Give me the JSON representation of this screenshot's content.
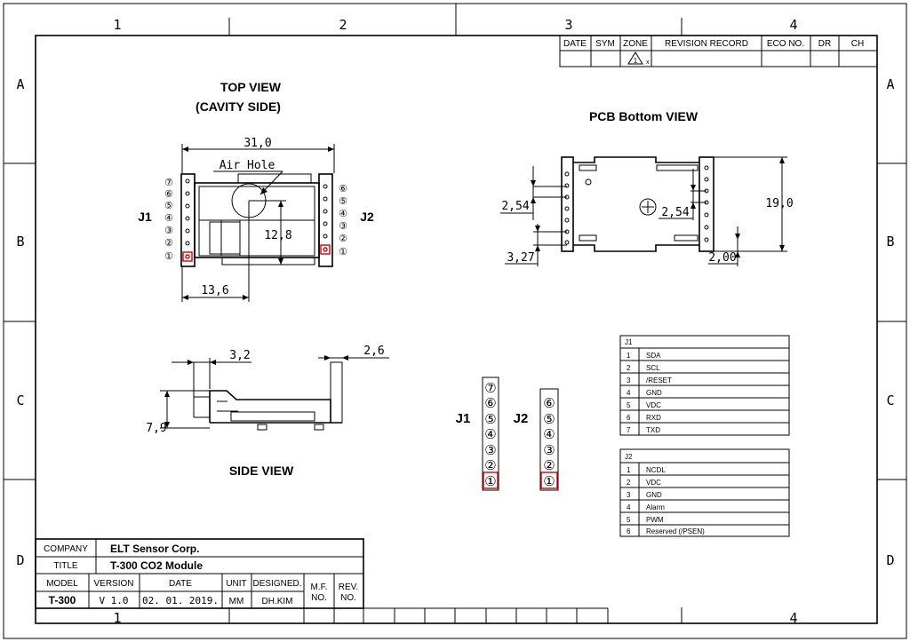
{
  "border": {
    "cols": [
      "1",
      "2",
      "3",
      "4"
    ],
    "rows": [
      "A",
      "B",
      "C",
      "D"
    ],
    "bottom_cols": [
      "1",
      "4"
    ]
  },
  "revision_block": {
    "headers": [
      "DATE",
      "SYM",
      "ZONE",
      "REVISION  RECORD",
      "ECO  NO.",
      "DR",
      "CH"
    ],
    "zone_symbol": "1",
    "zone_suffix": "x"
  },
  "top_view": {
    "title_line1": "TOP VIEW",
    "title_line2": "(CAVITY SIDE)",
    "dim_width": "31,0",
    "air_hole": "Air  Hole",
    "dim_height": "12,8",
    "dim_offset": "13,6",
    "j1_label": "J1",
    "j2_label": "J2",
    "j1_pins": [
      "⑦",
      "⑥",
      "⑤",
      "④",
      "③",
      "②",
      "①"
    ],
    "j2_pins": [
      "⑥",
      "⑤",
      "④",
      "③",
      "②",
      "①"
    ]
  },
  "pcb_view": {
    "title": "PCB Bottom VIEW",
    "dim_pitch_left": "2,54",
    "dim_pitch_right": "2,54",
    "dim_edge": "3,27",
    "dim_height": "19,0",
    "dim_edge_right": "2,00"
  },
  "side_view": {
    "title": "SIDE VIEW",
    "dim_a": "3,2",
    "dim_b": "2,6",
    "dim_height": "7,9"
  },
  "connectors": {
    "j1_label": "J1",
    "j2_label": "J2",
    "j1_pins": [
      "⑦",
      "⑥",
      "⑤",
      "④",
      "③",
      "②",
      "①"
    ],
    "j2_pins": [
      "⑥",
      "⑤",
      "④",
      "③",
      "②",
      "①"
    ]
  },
  "j1_table": {
    "title": "J1",
    "rows": [
      {
        "num": "1",
        "name": "SDA"
      },
      {
        "num": "2",
        "name": "SCL"
      },
      {
        "num": "3",
        "name": "/RESET"
      },
      {
        "num": "4",
        "name": "GND"
      },
      {
        "num": "5",
        "name": "VDC"
      },
      {
        "num": "6",
        "name": "RXD"
      },
      {
        "num": "7",
        "name": "TXD"
      }
    ]
  },
  "j2_table": {
    "title": "J2",
    "rows": [
      {
        "num": "1",
        "name": "NCDL"
      },
      {
        "num": "2",
        "name": "VDC"
      },
      {
        "num": "3",
        "name": "GND"
      },
      {
        "num": "4",
        "name": "Alarm"
      },
      {
        "num": "5",
        "name": "PWM"
      },
      {
        "num": "6",
        "name": "Reserved  (/PSEN)"
      }
    ]
  },
  "title_block": {
    "company_label": "COMPANY",
    "company": "ELT Sensor Corp.",
    "title_label": "TITLE",
    "title": "T-300 CO2 Module",
    "model_label": "MODEL",
    "version_label": "VERSION",
    "date_label": "DATE",
    "unit_label": "UNIT",
    "designed_label": "DESIGNED.",
    "mf_label_1": "M.F.",
    "mf_label_2": "NO.",
    "rev_label_1": "REV.",
    "rev_label_2": "NO.",
    "model": "T-300",
    "version": "V 1.0",
    "date": "02. 01. 2019.",
    "unit": "MM",
    "designed": "DH.KIM"
  }
}
